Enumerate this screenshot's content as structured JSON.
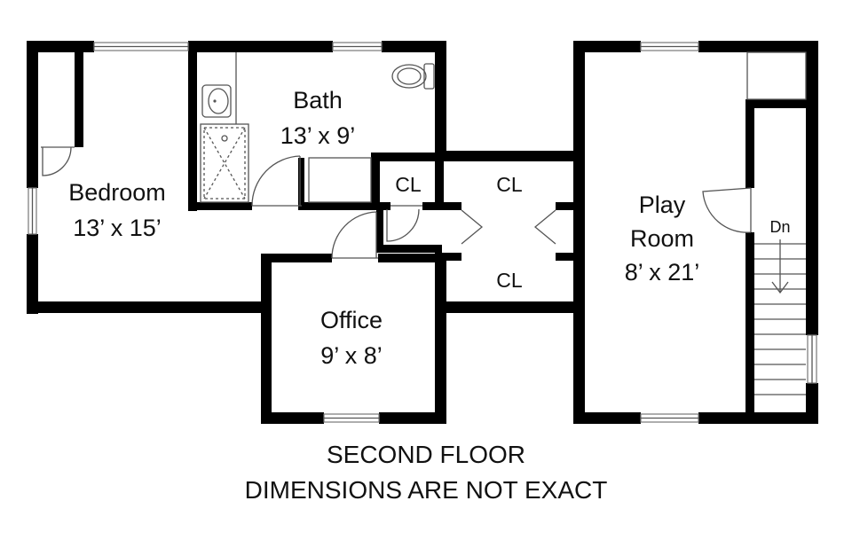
{
  "rooms": {
    "bedroom": {
      "name": "Bedroom",
      "size": "13’ x 15’"
    },
    "bath": {
      "name": "Bath",
      "size": "13’ x 9’"
    },
    "office": {
      "name": "Office",
      "size": "9’ x 8’"
    },
    "play_room": {
      "name_line1": "Play",
      "name_line2": "Room",
      "size": "8’ x 21’"
    }
  },
  "closets": {
    "small": "CL",
    "upper": "CL",
    "lower": "CL"
  },
  "stairs": {
    "label": "Dn"
  },
  "caption": {
    "line1": "SECOND FLOOR",
    "line2": "DIMENSIONS ARE NOT EXACT"
  },
  "colors": {
    "wall": "#000000",
    "background": "#ffffff"
  }
}
